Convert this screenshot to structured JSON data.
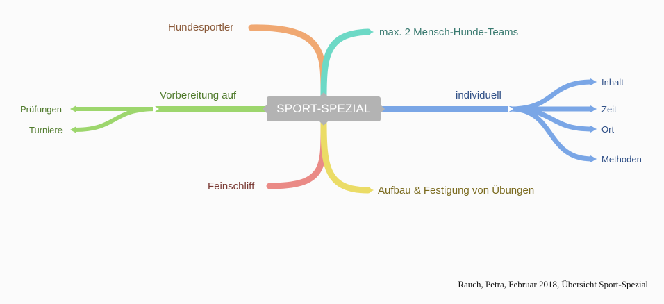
{
  "central": {
    "label": "SPORT-SPEZIAL"
  },
  "branches": {
    "hundesportler": {
      "label": "Hundesportler",
      "color": "#f0a872",
      "text_color": "#8a5a3a"
    },
    "teams": {
      "label": "max. 2 Mensch-Hunde-Teams",
      "color": "#6dd9c6",
      "text_color": "#3a7a70"
    },
    "vorbereitung": {
      "label": "Vorbereitung auf",
      "color": "#9dd66d",
      "text_color": "#4f7a2b",
      "children": [
        "Prüfungen",
        "Turniere"
      ]
    },
    "individuell": {
      "label": "individuell",
      "color": "#7aa6e6",
      "text_color": "#2f4f86",
      "children": [
        "Inhalt",
        "Zeit",
        "Ort",
        "Methoden"
      ]
    },
    "feinschliff": {
      "label": "Feinschliff",
      "color": "#ea8a86",
      "text_color": "#7a3a34"
    },
    "aufbau": {
      "label": "Aufbau & Festigung von Übungen",
      "color": "#ebdc66",
      "text_color": "#7a6a1e"
    }
  },
  "citation": "Rauch, Petra, Februar 2018, Übersicht Sport-Spezial"
}
